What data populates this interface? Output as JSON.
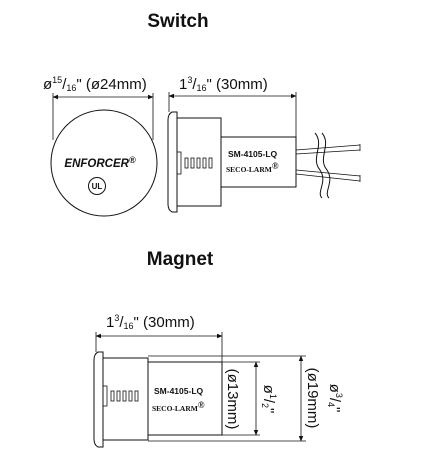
{
  "titles": {
    "switch": "Switch",
    "magnet": "Magnet"
  },
  "switch": {
    "diameter_label": {
      "prefix": "ø",
      "num": "15",
      "den": "16",
      "suffix": "\" (ø24mm)"
    },
    "length_label": {
      "prefix": "1",
      "num": "3",
      "den": "16",
      "suffix": "\" (30mm)"
    },
    "model": "SM-4105-LQ",
    "maker": "SECO-LARM",
    "maker_mark": "®",
    "brand": "ENFORCER",
    "brand_mark": "®",
    "cert": "UL"
  },
  "magnet": {
    "length_label": {
      "prefix": "1",
      "num": "3",
      "den": "16",
      "suffix": "\" (30mm)"
    },
    "model": "SM-4105-LQ",
    "maker": "SECO-LARM",
    "maker_mark": "®",
    "inner_label": {
      "prefix": "ø",
      "num": "1",
      "den": "2",
      "suffix": "\"",
      "metric": "(ø13mm)"
    },
    "outer_label": {
      "prefix": "ø",
      "num": "3",
      "den": "4",
      "suffix": "\"",
      "metric": "(ø19mm)"
    }
  }
}
